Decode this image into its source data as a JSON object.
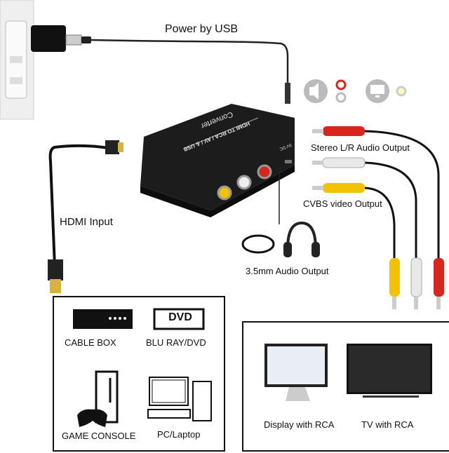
{
  "labels": {
    "power": "Power by USB",
    "hdmi_input": "HDMI Input",
    "stereo": "Stereo L/R Audio Output",
    "cvbs": "CVBS video Output",
    "audio35": "3.5mm Audio Output"
  },
  "device_print": {
    "brand": "Converter",
    "model": "HDMI TO RCA / AV / & USB",
    "port": "5V DC"
  },
  "sources": [
    {
      "label": "CABLE BOX",
      "icon": "cable-box-icon"
    },
    {
      "label": "BLU RAY/DVD",
      "icon": "dvd-player-icon",
      "badge": "DVD"
    },
    {
      "label": "GAME CONSOLE",
      "icon": "game-console-icon"
    },
    {
      "label": "PC/Laptop",
      "icon": "pc-icon"
    }
  ],
  "displays": [
    {
      "label": "Display with RCA",
      "icon": "monitor-icon"
    },
    {
      "label": "TV with RCA",
      "icon": "tv-icon"
    }
  ],
  "colors": {
    "rca_yellow": "#f2c200",
    "rca_white": "#e8e8e8",
    "rca_red": "#d8261c",
    "device": "#1c1c1c"
  }
}
